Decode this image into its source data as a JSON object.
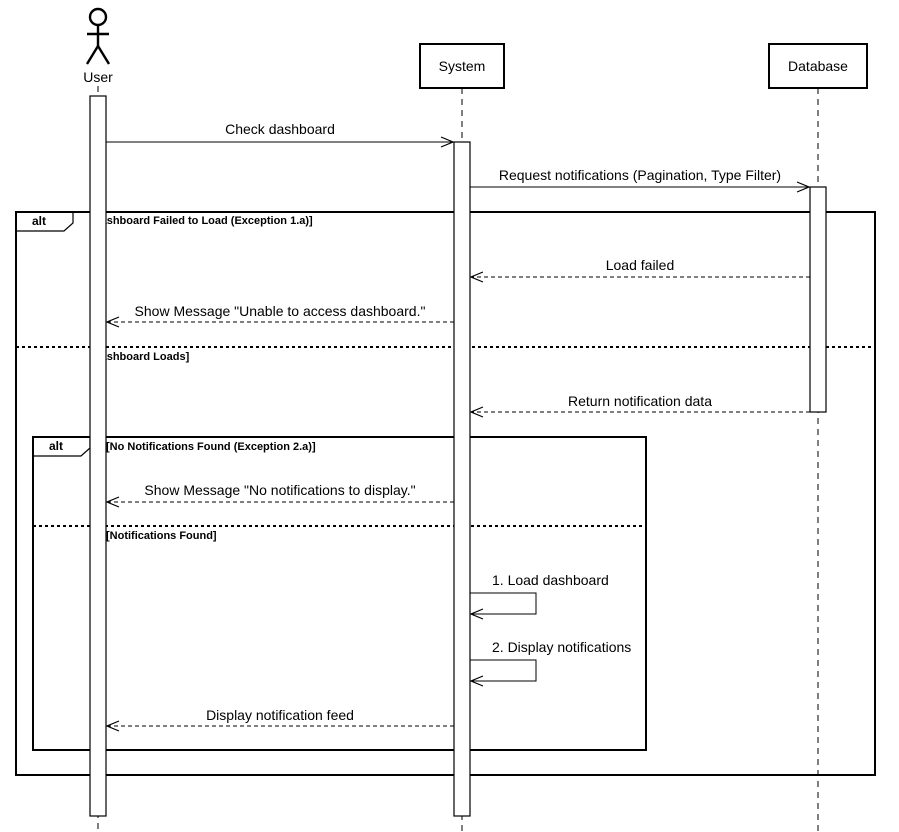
{
  "diagram": {
    "actor": {
      "label": "User"
    },
    "participants": [
      {
        "label": "System"
      },
      {
        "label": "Database"
      }
    ],
    "messages": [
      {
        "label": "Check dashboard"
      },
      {
        "label": "Request notifications (Pagination, Type Filter)"
      },
      {
        "label": "Load failed"
      },
      {
        "label": "Show Message \"Unable to access dashboard.\""
      },
      {
        "label": "Return notification data"
      },
      {
        "label": "Show Message \"No notifications to display.\""
      },
      {
        "label": "1. Load dashboard"
      },
      {
        "label": "2. Display notifications"
      },
      {
        "label": "Display notification feed"
      }
    ],
    "fragments": [
      {
        "operator": "alt",
        "guards": [
          "[Dashboard Failed to Load (Exception 1.a)]",
          "[Dashboard Loads]"
        ]
      },
      {
        "operator": "alt",
        "guards": [
          "[No Notifications Found (Exception 2.a)]",
          "[Notifications Found]"
        ]
      }
    ]
  }
}
